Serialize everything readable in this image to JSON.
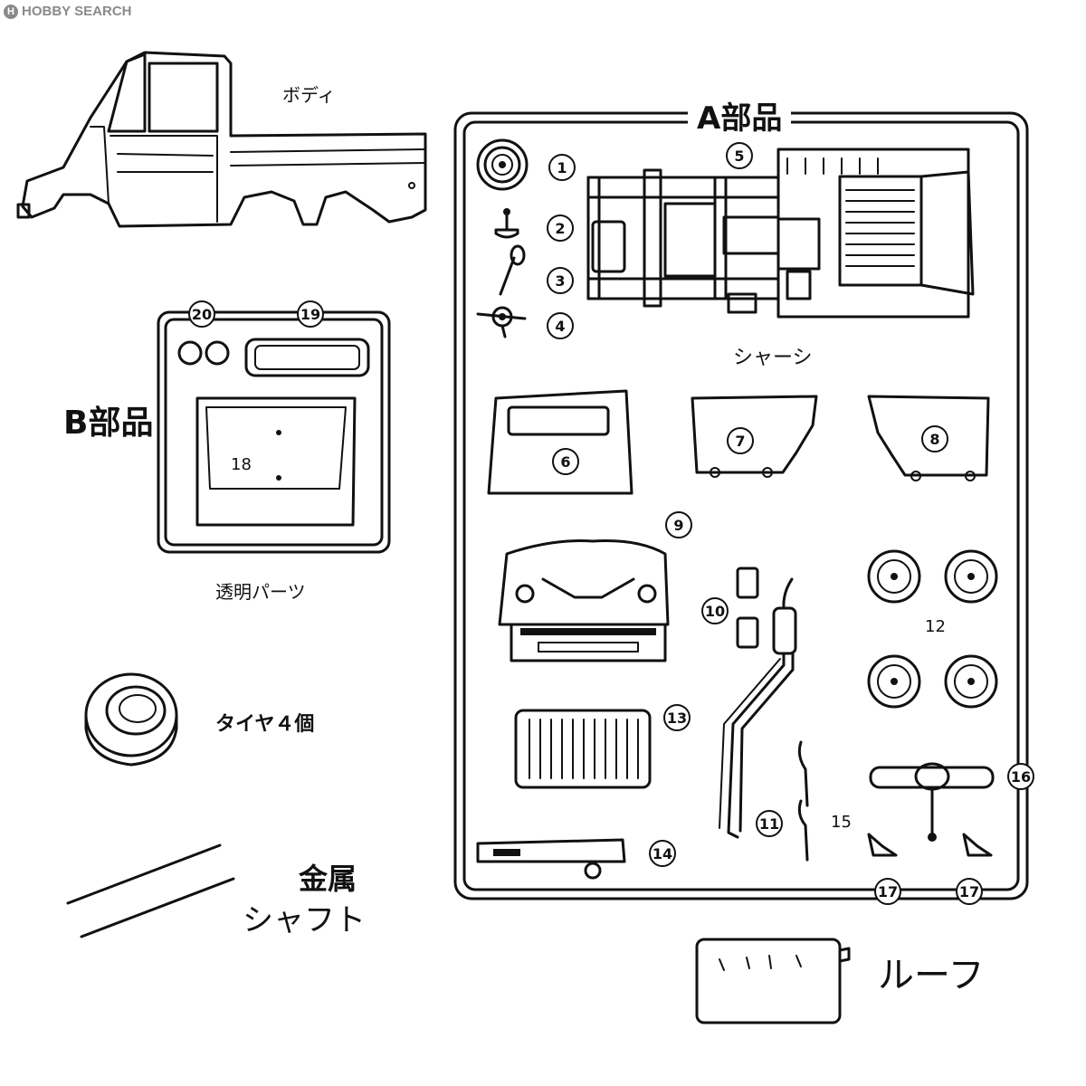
{
  "watermark": {
    "brand": "HOBBY",
    "suffix": "SEARCH"
  },
  "labels": {
    "body": "ボディ",
    "a_parts": "A部品",
    "b_parts": "B部品",
    "chassis": "シャーシ",
    "clear_parts": "透明パーツ",
    "tires": "タイヤ４個",
    "metal": "金属",
    "shaft": "シャフト",
    "roof": "ルーフ"
  },
  "part_numbers": [
    "1",
    "2",
    "3",
    "4",
    "5",
    "6",
    "7",
    "8",
    "9",
    "10",
    "11",
    "12",
    "13",
    "14",
    "15",
    "16",
    "17",
    "17",
    "18",
    "19",
    "20"
  ]
}
